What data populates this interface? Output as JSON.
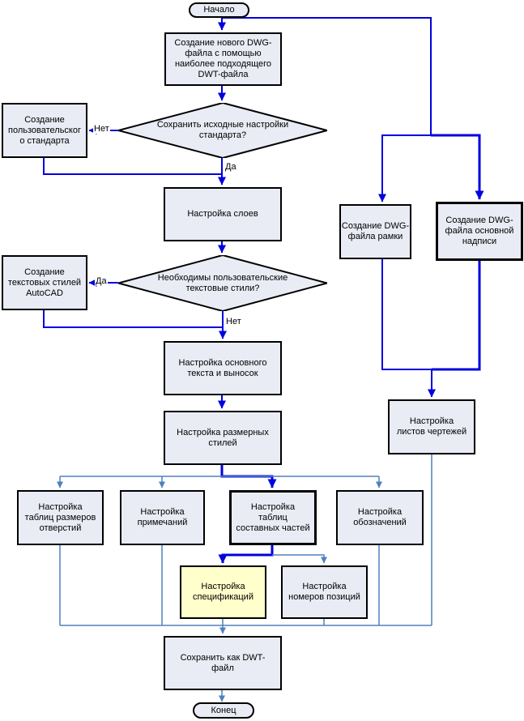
{
  "diagram": {
    "nodes": {
      "start": {
        "label": "Начало"
      },
      "create_dwg": {
        "label": "Создание нового DWG-\nфайла с помощью\nнаиболее подходящего\nDWT-файла"
      },
      "decision1": {
        "label": "Сохранить исходные настройки\nстандарта?"
      },
      "custom_standard": {
        "label": "Создание\nпользовательског\nо стандарта"
      },
      "layers": {
        "label": "Настройка слоев"
      },
      "decision2": {
        "label": "Необходимы пользовательские\nтекстовые стили?"
      },
      "autocad_styles": {
        "label": "Создание\nтекстовых стилей\nAutoCAD"
      },
      "base_text": {
        "label": "Настройка основного\nтекста и выносок"
      },
      "dim_styles": {
        "label": "Настройка размерных\nстилей"
      },
      "hole_tables": {
        "label": "Настройка\nтаблиц размеров\nотверстий"
      },
      "notes": {
        "label": "Настройка\nпримечаний"
      },
      "parts_tables": {
        "label": "Настройка\nтаблиц\nсоставных частей"
      },
      "symbols": {
        "label": "Настройка\nобозначений"
      },
      "specifications": {
        "label": "Настройка\nспецификаций"
      },
      "item_numbers": {
        "label": "Настройка\nномеров позиций"
      },
      "save_dwt": {
        "label": "Сохранить как DWT-\nфайл"
      },
      "end": {
        "label": "Конец"
      },
      "frame_dwg": {
        "label": "Создание DWG-\nфайла рамки"
      },
      "title_block_dwg": {
        "label": "Создание DWG-\nфайла основной\nнадписи"
      },
      "sheets_setup": {
        "label": "Настройка\nлистов чертежей"
      }
    },
    "edge_labels": {
      "d1_no": "Нет",
      "d1_yes": "Да",
      "d2_yes": "Да",
      "d2_no": "Нет"
    },
    "colors": {
      "main_arrow": "#0000e0",
      "secondary_arrow": "#4f81bd",
      "node_fill": "#e9ecf4",
      "highlight_fill": "#ffffcc",
      "border": "#000000"
    }
  }
}
